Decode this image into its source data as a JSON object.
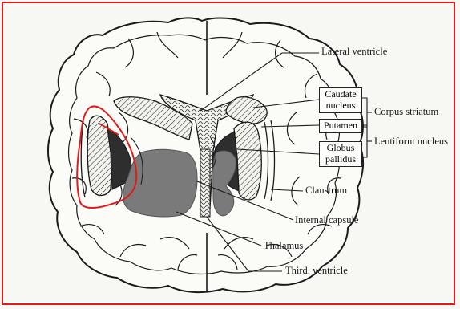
{
  "labels": {
    "lateral_ventricle": "Lateral ventricle",
    "caudate_line1": "Caudate",
    "caudate_line2": "nucleus",
    "corpus_striatum": "Corpus striatum",
    "putamen": "Putamen",
    "lentiform_nucleus": "Lentiform nucleus",
    "globus_line1": "Globus",
    "globus_line2": "pallidus",
    "claustrum": "Claustrum",
    "internal_capsule": "Internal capsule",
    "thalamus": "Thalamus",
    "third_ventricle": "Third. ventricle"
  },
  "colors": {
    "frame": "#e11b1b",
    "highlight": "#e11b1b",
    "ink": "#1a1a1a",
    "thalamus_fill": "#7a7a7a",
    "globus_fill": "#2e2e2e"
  }
}
